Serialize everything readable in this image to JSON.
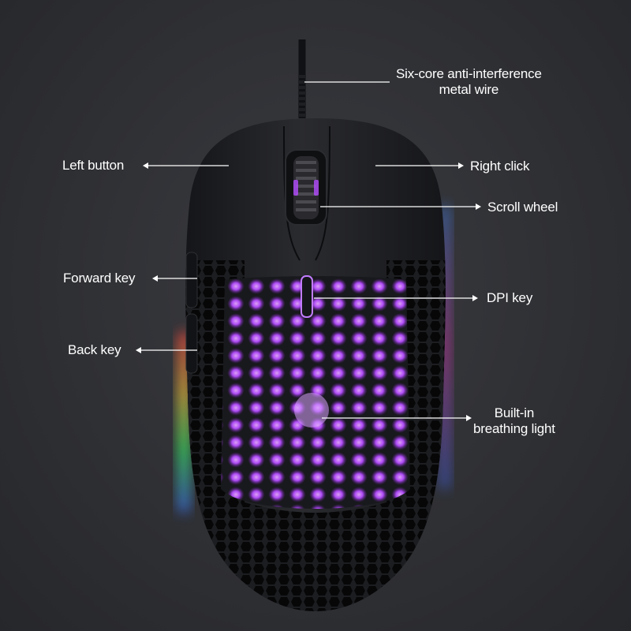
{
  "labels": {
    "wire_line1": "Six-core anti-interference",
    "wire_line2": "metal wire",
    "left_button": "Left button",
    "right_click": "Right click",
    "scroll_wheel": "Scroll wheel",
    "forward_key": "Forward key",
    "dpi_key": "DPI key",
    "back_key": "Back key",
    "light_line1": "Built-in",
    "light_line2": "breathing light"
  },
  "colors": {
    "background": "#2e2f33",
    "mouse_body": "#1c1d20",
    "glow": "#b44cff",
    "label_text": "#ffffff",
    "leader_line": "#ffffff"
  }
}
